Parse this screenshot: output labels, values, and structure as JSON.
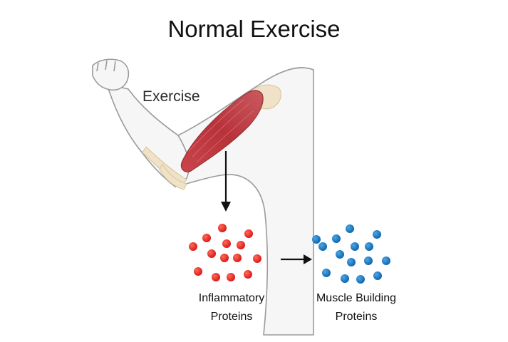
{
  "title": "Normal Exercise",
  "arm_label": "Exercise",
  "groups": {
    "inflammatory": {
      "caption_line1": "Inflammatory",
      "caption_line2": "Proteins",
      "dot_color": "#e01f1f"
    },
    "muscle_building": {
      "caption_line1": "Muscle Building",
      "caption_line2": "Proteins",
      "dot_color": "#1474b8"
    }
  },
  "icons": [
    "arm-illustration",
    "muscle-icon",
    "down-arrow-icon",
    "right-arrow-icon"
  ]
}
